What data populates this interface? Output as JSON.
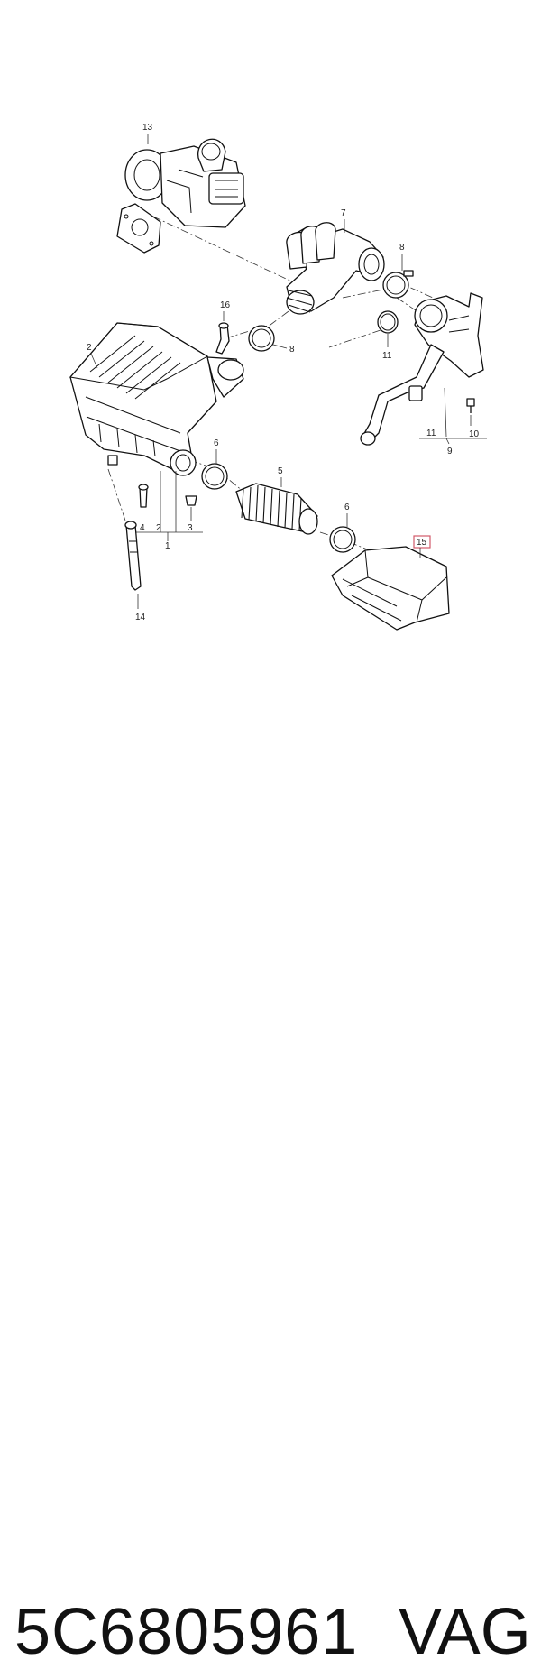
{
  "diagram": {
    "callouts": {
      "c13": "13",
      "c7": "7",
      "c8a": "8",
      "c8b": "8",
      "c16": "16",
      "c2a": "2",
      "c2b": "2",
      "c11a": "11",
      "c11b": "11",
      "c10": "10",
      "c9": "9",
      "c6a": "6",
      "c6b": "6",
      "c5": "5",
      "c4": "4",
      "c3": "3",
      "c1": "1",
      "c14": "14",
      "c15": "15"
    },
    "highlight_color": "#d35a6a"
  },
  "caption": {
    "part_number": "5C6805961",
    "brand": "VAG"
  }
}
